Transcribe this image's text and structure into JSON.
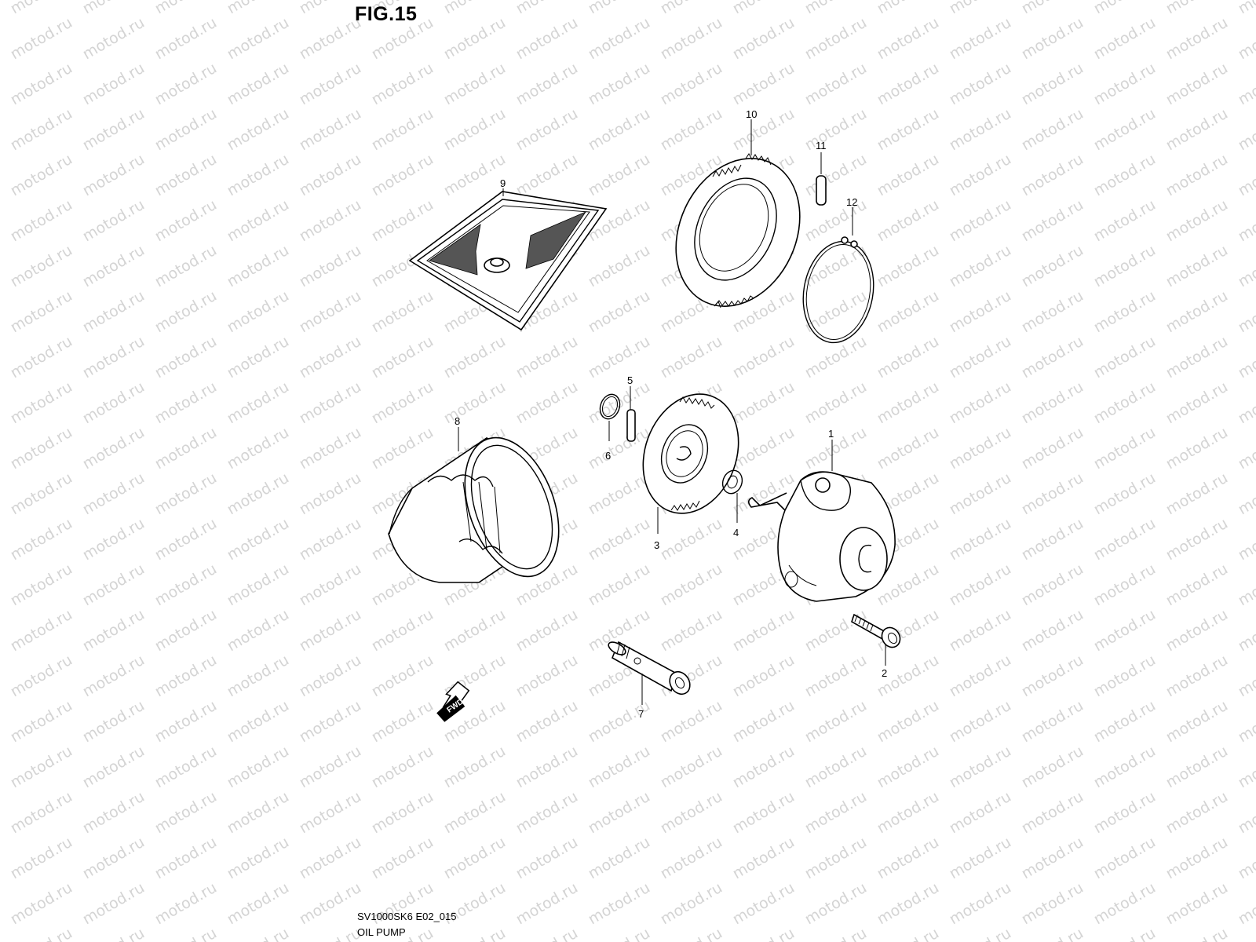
{
  "figure": {
    "title": "FIG.15",
    "code": "SV1000SK6 E02_015",
    "name": "OIL PUMP"
  },
  "watermark": "motod.ru",
  "direction_marker": "FWD",
  "callouts": {
    "p1": "1",
    "p2": "2",
    "p3": "3",
    "p4": "4",
    "p5": "5",
    "p6": "6",
    "p7": "7",
    "p8": "8",
    "p9": "9",
    "p10": "10",
    "p11": "11",
    "p12": "12"
  }
}
